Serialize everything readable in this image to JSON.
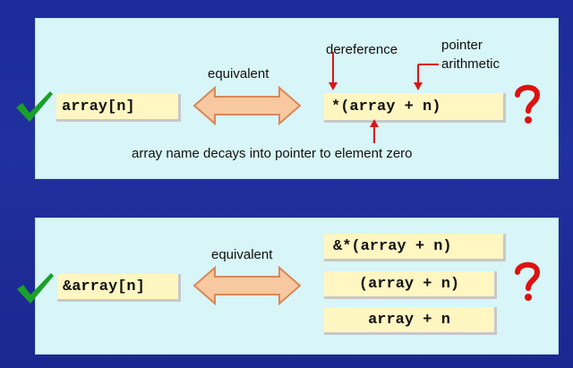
{
  "panel1": {
    "left_code": "array[n]",
    "equivalent_label": "equivalent",
    "right_code": "*(array + n)",
    "dereference_label": "dereference",
    "pointer_label_line1": "pointer",
    "pointer_label_line2": "arithmetic",
    "decay_label": "array name decays into pointer to element zero"
  },
  "panel2": {
    "left_code": "&array[n]",
    "equivalent_label": "equivalent",
    "right_codes": [
      "&*(array + n)",
      "(array + n)",
      "array + n"
    ]
  },
  "colors": {
    "background": "#1f2c9c",
    "panel": "#d8f5f7",
    "code_box": "#fff6c2",
    "arrow_fill": "#f8c8a0",
    "arrow_stroke": "#d88858",
    "pointer_arrow": "#d81818",
    "check": "#1aa02a",
    "question": "#e01010"
  },
  "icons": [
    "check-icon",
    "question-mark-icon",
    "double-arrow-icon",
    "red-pointer-arrow-icon"
  ]
}
